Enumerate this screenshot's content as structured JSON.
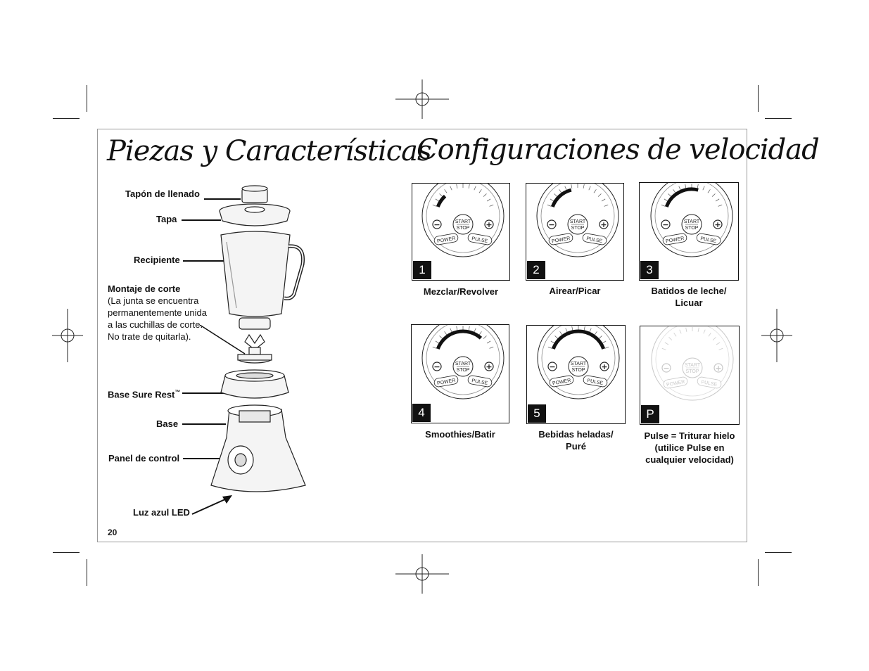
{
  "titles": {
    "parts": "Piezas y Características",
    "speeds": "Configuraciones de velocidad"
  },
  "parts_labels": {
    "fill_cap": "Tapón de llenado",
    "lid": "Tapa",
    "jar": "Recipiente",
    "blade_assembly": "Montaje de corte",
    "blade_note": "(La junta se encuentra permanentemente unida a las cuchillas de corte. No trate de quitarla).",
    "sure_rest_base": "Base Sure Rest",
    "trademark": "™",
    "base": "Base",
    "control_panel": "Panel de control",
    "led": "Luz azul LED"
  },
  "dial_text": {
    "start": "START",
    "stop": "STOP",
    "power": "POWER",
    "pulse": "PULSE",
    "minus": "−",
    "plus": "+"
  },
  "speed_settings": [
    {
      "number": "1",
      "caption": [
        "Mezclar/Revolver"
      ],
      "level": 1
    },
    {
      "number": "2",
      "caption": [
        "Airear/Picar"
      ],
      "level": 2
    },
    {
      "number": "3",
      "caption": [
        "Batidos de leche/",
        "Licuar"
      ],
      "level": 3
    },
    {
      "number": "4",
      "caption": [
        "Smoothies/Batir"
      ],
      "level": 4
    },
    {
      "number": "5",
      "caption": [
        "Bebidas heladas/",
        "Puré"
      ],
      "level": 5
    },
    {
      "number": "P",
      "caption": [
        "Pulse = Triturar hielo",
        "(utilice Pulse en",
        "cualquier velocidad)"
      ],
      "level": 0
    }
  ],
  "page_number": "20"
}
